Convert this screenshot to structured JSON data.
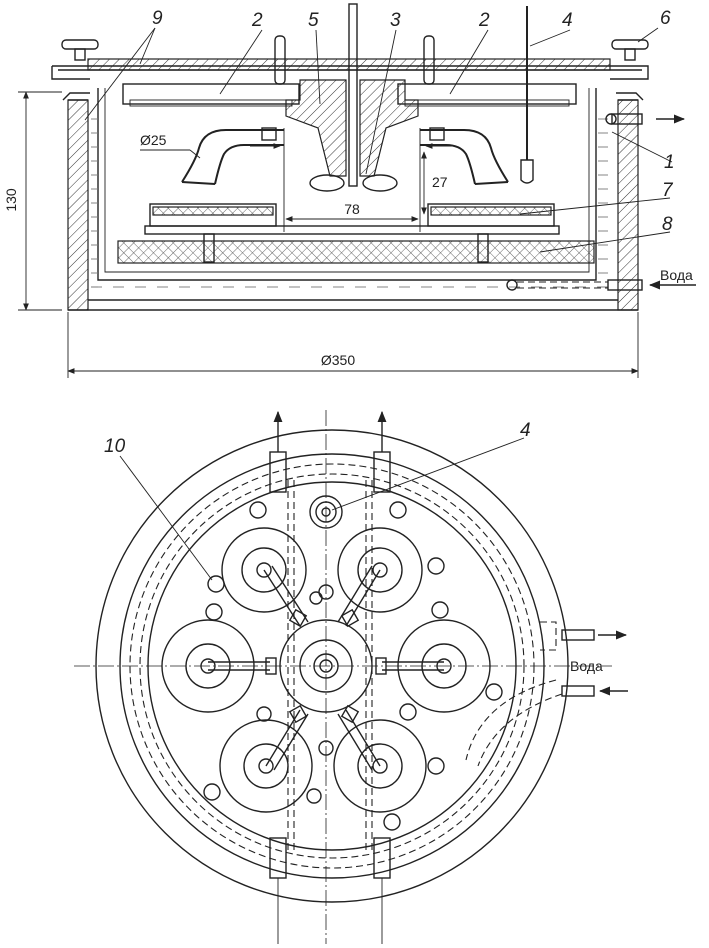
{
  "labels": {
    "l1": "1",
    "l2a": "2",
    "l2b": "2",
    "l3": "3",
    "l4a": "4",
    "l4b": "4",
    "l5": "5",
    "l6": "6",
    "l7": "7",
    "l8": "8",
    "l9": "9",
    "l10": "10"
  },
  "dimensions": {
    "d25": "Ø25",
    "d27": "27",
    "d78": "78",
    "d130": "130",
    "d350": "Ø350"
  },
  "water": {
    "side": "Вода",
    "top": "Вода"
  }
}
